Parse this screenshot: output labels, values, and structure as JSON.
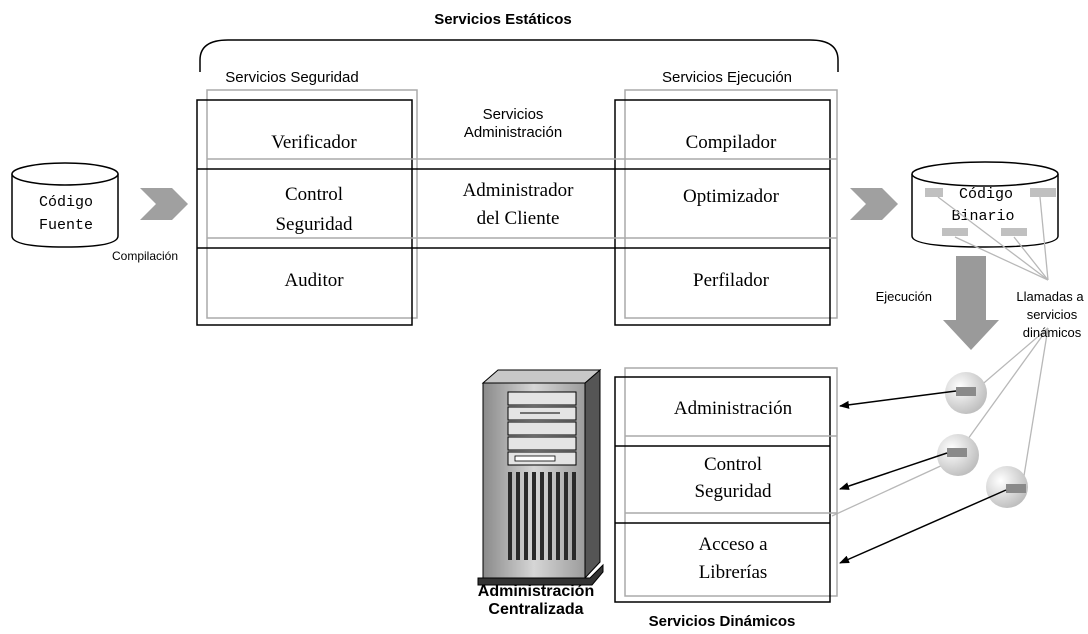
{
  "static_services": {
    "title": "Servicios Estáticos",
    "security": {
      "label": "Servicios Seguridad",
      "items": [
        "Verificador",
        "Control",
        "Seguridad",
        "Auditor"
      ]
    },
    "administration": {
      "label_line1": "Servicios",
      "label_line2": "Administración",
      "item_line1": "Administrador",
      "item_line2": "del Cliente"
    },
    "execution": {
      "label": "Servicios Ejecución",
      "items": [
        "Compilador",
        "Optimizador",
        "Perfilador"
      ]
    }
  },
  "source": {
    "line1": "Código",
    "line2": "Fuente",
    "caption": "Compilación"
  },
  "binary": {
    "line1": "Código",
    "line2": "Binario"
  },
  "execution_label": "Ejecución",
  "calls_label": [
    "Llamadas a",
    "servicios",
    "dinámicos"
  ],
  "dynamic_services": {
    "title": "Servicios Dinámicos",
    "items": [
      "Administración",
      "Control",
      "Seguridad",
      "Acceso a",
      "Librerías"
    ]
  },
  "server": {
    "line1": "Administración",
    "line2": "Centralizada"
  },
  "colors": {
    "arrow_gray": "#9a9a9a",
    "light_gray": "#b8b8b8",
    "chip_gray": "#c0c0c0",
    "line": "#000000"
  }
}
